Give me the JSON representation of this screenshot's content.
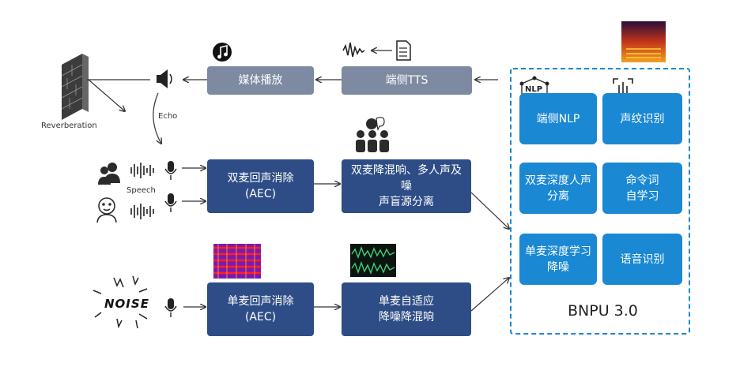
{
  "labels": {
    "reverberation": "Reverberation",
    "echo": "Echo",
    "speech": "Speech",
    "noise": "NOISE",
    "nlp_icon": "NLP"
  },
  "boxes": {
    "media_play": "媒体播放",
    "edge_tts": "端侧TTS",
    "dual_aec": "双麦回声消除\n(AEC)",
    "dual_separation": "双麦降混响、多人声及噪\n声盲源分离",
    "single_aec": "单麦回声消除\n(AEC)",
    "single_adaptive": "单麦自适应\n降噪降混响"
  },
  "bnpu": {
    "title": "BNPU 3.0",
    "modules": [
      "端侧NLP",
      "声纹识别",
      "双麦深度人声\n分离",
      "命令词\n自学习",
      "单麦深度学习\n降噪",
      "语音识别"
    ]
  },
  "colors": {
    "gray_box": "#7d8aa1",
    "navy_box": "#2e4d86",
    "blue_module": "#1a88d3",
    "dashed_border": "#1a88d3"
  }
}
